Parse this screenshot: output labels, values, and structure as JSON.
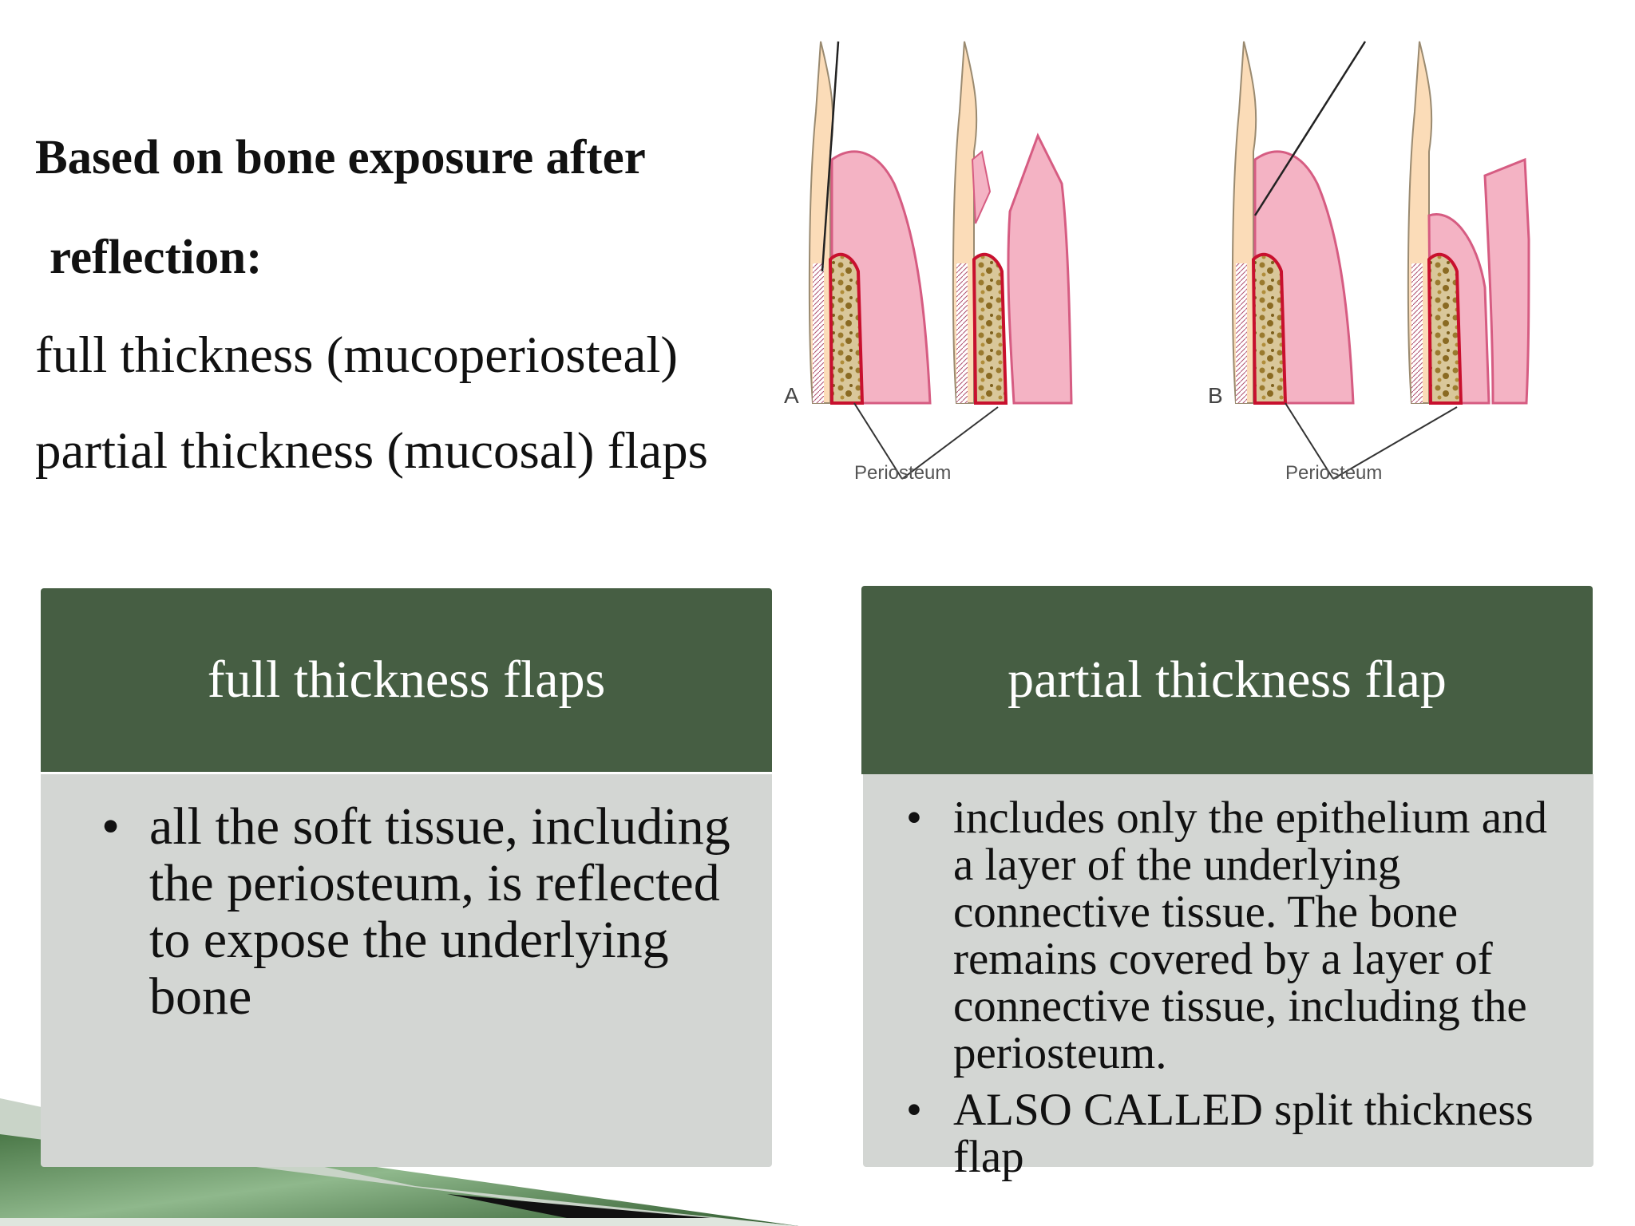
{
  "slide": {
    "heading_line1": "Based on bone exposure after",
    "heading_line2": "reflection:",
    "line_full": "full thickness (mucoperiosteal)",
    "line_partial": "partial thickness (mucosal) flaps"
  },
  "figure": {
    "label_a": "A",
    "label_b": "B",
    "periosteum_a": "Periosteum",
    "periosteum_b": "Periosteum"
  },
  "boxes": [
    {
      "title": "full thickness flaps",
      "bullets": [
        "all the soft tissue, including the periosteum, is reflected to expose the underlying bone"
      ]
    },
    {
      "title": "partial thickness flap",
      "bullets": [
        "includes only the epithelium and a layer of the underlying connective tissue. The bone remains covered by a layer of connective tissue, including the periosteum.",
        "ALSO CALLED split thickness flap"
      ]
    }
  ],
  "colors": {
    "header_green": "#465e43",
    "body_gray": "#d3d6d3",
    "gingiva_pink": "#f6c6d2",
    "tissue_line": "#e05a80",
    "periosteum_red": "#c8102e",
    "bone_fill": "#d9c79a"
  }
}
